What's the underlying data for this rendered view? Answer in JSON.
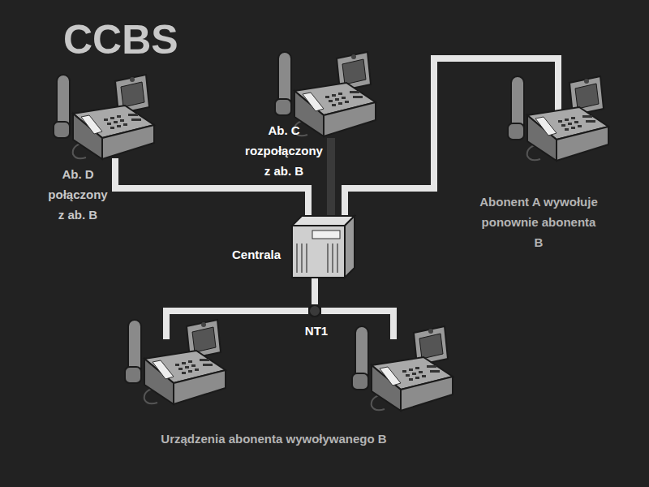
{
  "diagram": {
    "title": "CCBS",
    "nodes": [
      {
        "text": [
          "Ab. D połączony z ab. B"
        ]
      },
      {
        "text": [
          "Ab. C rozpołączony z ab. B"
        ]
      },
      {
        "text": [
          "Abonent A wywołuje ponownie abonenta B"
        ]
      },
      {
        "text": [
          "Centrala"
        ]
      },
      {
        "text": [
          "NT1"
        ]
      },
      {
        "text": [
          "Urządzenia abonenta wywoływanego B"
        ]
      }
    ],
    "edges": [
      {
        "from": 0,
        "to": 3,
        "arrow": "none"
      },
      {
        "from": 1,
        "to": 3,
        "arrow": "none"
      },
      {
        "from": 2,
        "to": 3,
        "arrow": "none"
      },
      {
        "from": 3,
        "to": 4,
        "arrow": "none"
      },
      {
        "from": 4,
        "to": 5,
        "arrow": "none"
      }
    ]
  }
}
